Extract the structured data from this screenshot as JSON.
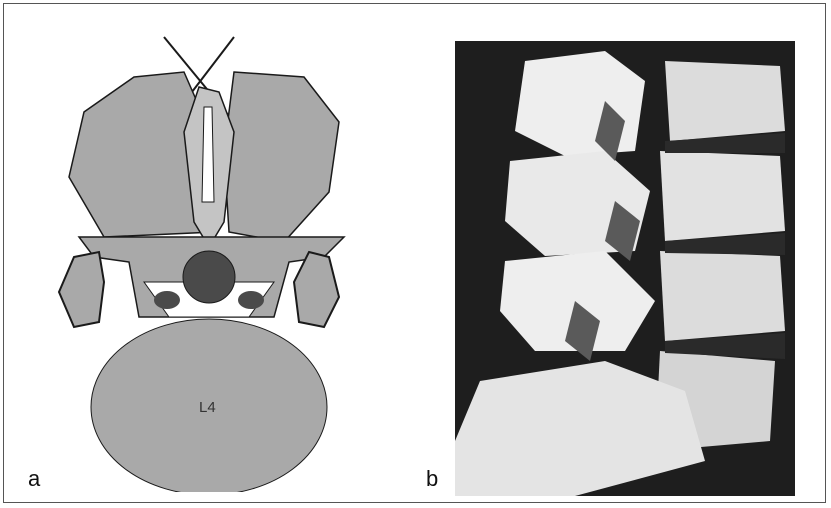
{
  "figure": {
    "panel_a": {
      "label": "a",
      "vertebra_label": "L4"
    },
    "panel_b": {
      "label": "b"
    }
  },
  "colors": {
    "bone_fill": "#a9a9a9",
    "dark_fill": "#4a4a4a",
    "outline": "#1a1a1a",
    "scan_background": "#1e1e1e",
    "scan_bone": "#e6e6e6"
  }
}
